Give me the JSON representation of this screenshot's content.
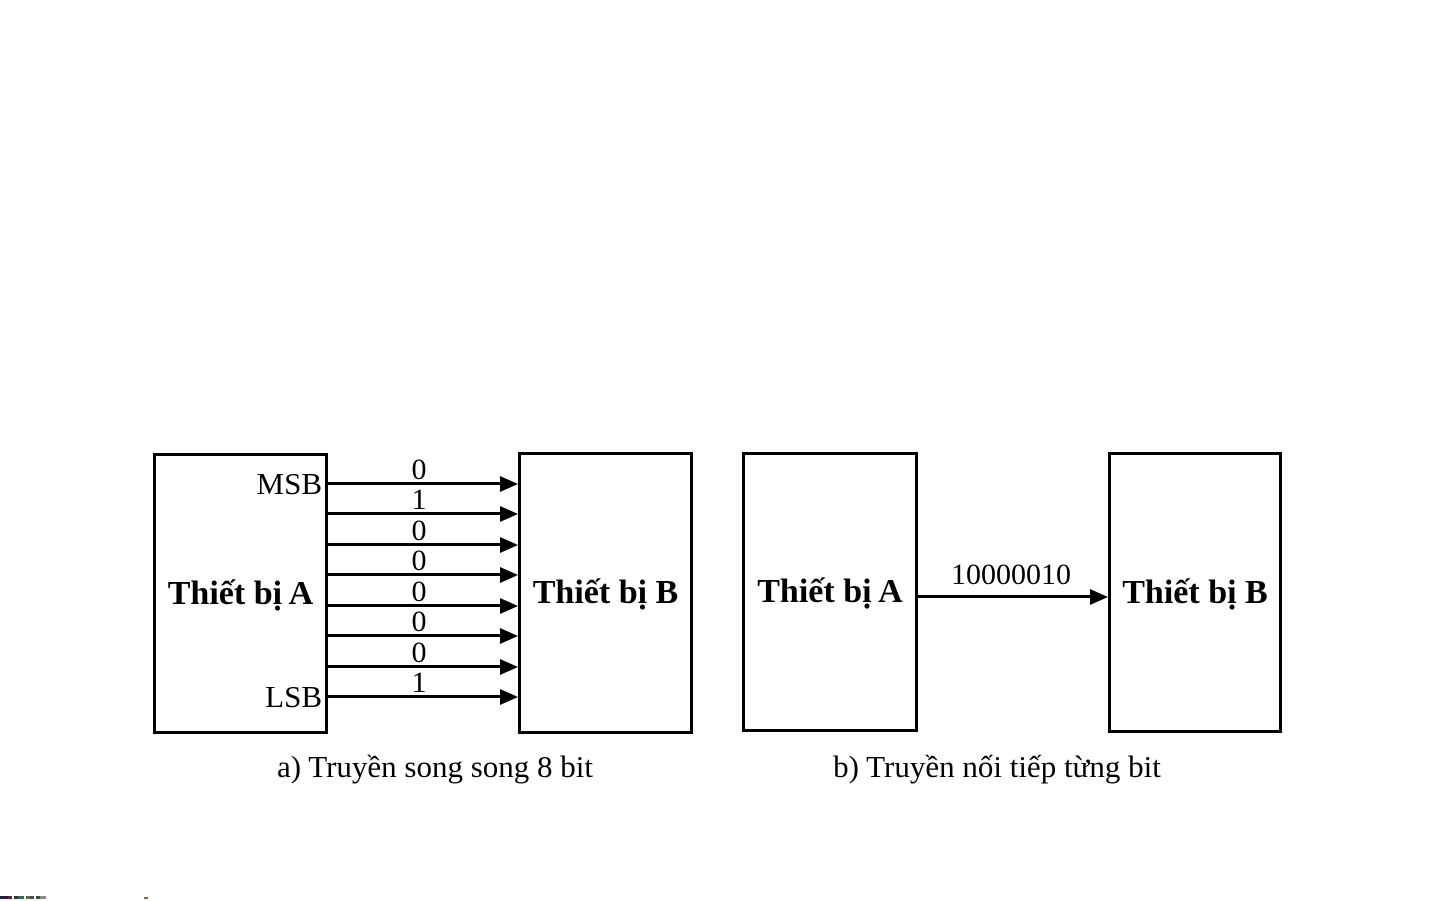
{
  "diagram": {
    "colors": {
      "line": "#000000",
      "background": "#ffffff"
    },
    "parallel": {
      "device_a": "Thiết bị A",
      "device_b": "Thiết bị B",
      "msb_label": "MSB",
      "lsb_label": "LSB",
      "bits": [
        "0",
        "1",
        "0",
        "0",
        "0",
        "0",
        "0",
        "1"
      ],
      "caption": "a) Truyền song song 8 bit"
    },
    "serial": {
      "device_a": "Thiết bị A",
      "device_b": "Thiết bị B",
      "data_label": "10000010",
      "caption": "b) Truyền nối tiếp từng bit"
    }
  }
}
